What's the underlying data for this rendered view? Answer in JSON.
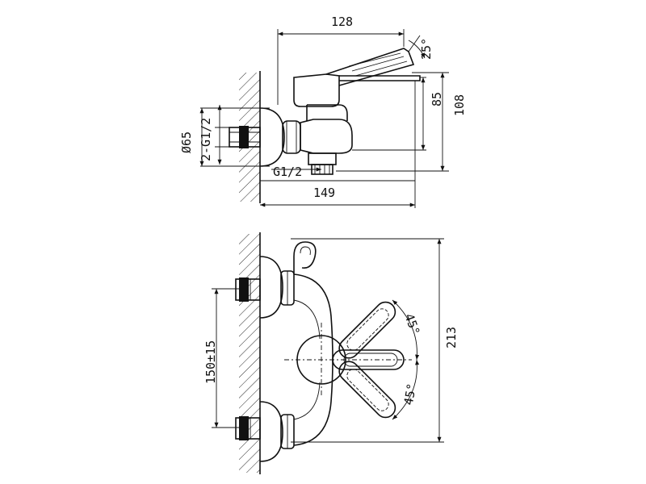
{
  "drawing": {
    "dimensions": {
      "top_width": "128",
      "angle_lever": "25°",
      "height_85": "85",
      "height_108": "108",
      "diameter": "Ø65",
      "thread_inlet": "2-G1/2",
      "thread_outlet": "G1/2",
      "depth": "149",
      "centers": "150±15",
      "total_width": "213",
      "angle_upper": "45°",
      "angle_lower": "45°"
    }
  }
}
